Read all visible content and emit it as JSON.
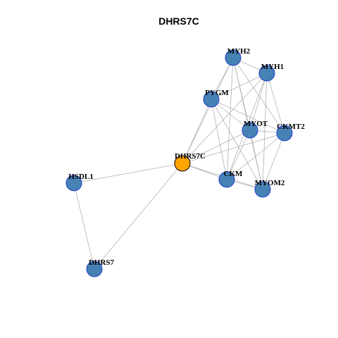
{
  "title": "DHRS7C",
  "colors": {
    "focus_node": "#FFA500",
    "focus_border": "#000000",
    "node": "#4682B4",
    "node_border": "#1E3FCC",
    "edge": "#B3B3B3"
  },
  "nodes": [
    {
      "id": "MYH2",
      "label": "MYH2",
      "focus": false
    },
    {
      "id": "MYH1",
      "label": "MYH1",
      "focus": false
    },
    {
      "id": "PYGM",
      "label": "PYGM",
      "focus": false
    },
    {
      "id": "MYOT",
      "label": "MYOT",
      "focus": false
    },
    {
      "id": "CKMT2",
      "label": "CKMT2",
      "focus": false
    },
    {
      "id": "DHRS7C",
      "label": "DHRS7C",
      "focus": true
    },
    {
      "id": "CKM",
      "label": "CKM",
      "focus": false
    },
    {
      "id": "MYOM2",
      "label": "MYOM2",
      "focus": false
    },
    {
      "id": "HSDL1",
      "label": "HSDL1",
      "focus": false
    },
    {
      "id": "DHRS7",
      "label": "DHRS7",
      "focus": false
    }
  ],
  "edges": [
    [
      "MYH2",
      "MYH1"
    ],
    [
      "MYH2",
      "PYGM"
    ],
    [
      "MYH2",
      "MYOT"
    ],
    [
      "MYH2",
      "CKMT2"
    ],
    [
      "MYH2",
      "CKM"
    ],
    [
      "MYH2",
      "MYOM2"
    ],
    [
      "MYH2",
      "DHRS7C"
    ],
    [
      "MYH1",
      "PYGM"
    ],
    [
      "MYH1",
      "MYOT"
    ],
    [
      "MYH1",
      "CKMT2"
    ],
    [
      "MYH1",
      "CKM"
    ],
    [
      "MYH1",
      "MYOM2"
    ],
    [
      "MYH1",
      "DHRS7C"
    ],
    [
      "PYGM",
      "MYOT"
    ],
    [
      "PYGM",
      "CKMT2"
    ],
    [
      "PYGM",
      "CKM"
    ],
    [
      "PYGM",
      "MYOM2"
    ],
    [
      "PYGM",
      "DHRS7C"
    ],
    [
      "MYOT",
      "CKMT2"
    ],
    [
      "MYOT",
      "CKM"
    ],
    [
      "MYOT",
      "MYOM2"
    ],
    [
      "MYOT",
      "DHRS7C"
    ],
    [
      "CKMT2",
      "CKM"
    ],
    [
      "CKMT2",
      "MYOM2"
    ],
    [
      "CKMT2",
      "DHRS7C"
    ],
    [
      "CKM",
      "MYOM2"
    ],
    [
      "CKM",
      "DHRS7C"
    ],
    [
      "MYOM2",
      "DHRS7C"
    ],
    [
      "DHRS7C",
      "HSDL1"
    ],
    [
      "DHRS7C",
      "DHRS7"
    ],
    [
      "HSDL1",
      "DHRS7"
    ]
  ]
}
